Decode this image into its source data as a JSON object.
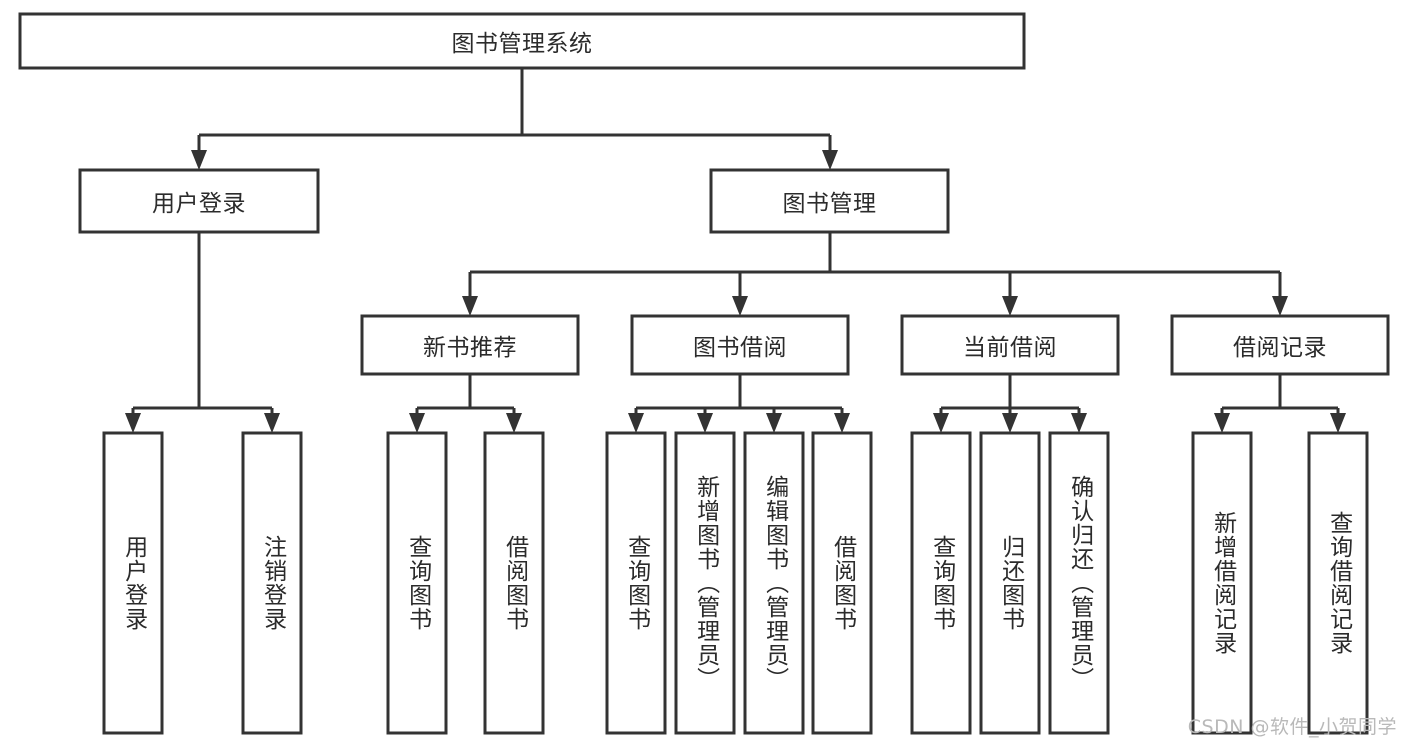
{
  "diagram": {
    "type": "tree",
    "title": "图书管理系统",
    "orientation": "top-down",
    "colors": {
      "box_fill": "#ffffff",
      "box_stroke": "#333333",
      "text": "#2b2b2b",
      "background": "#ffffff",
      "watermark": "#b9b9b9"
    },
    "levels": {
      "root": {
        "label": "图书管理系统"
      },
      "level2": [
        {
          "label": "用户登录"
        },
        {
          "label": "图书管理"
        }
      ],
      "level3": [
        {
          "label": "新书推荐"
        },
        {
          "label": "图书借阅"
        },
        {
          "label": "当前借阅"
        },
        {
          "label": "借阅记录"
        }
      ],
      "level4": [
        {
          "label": "用户登录",
          "parent": "用户登录"
        },
        {
          "label": "注销登录",
          "parent": "用户登录"
        },
        {
          "label": "查询图书",
          "parent": "新书推荐"
        },
        {
          "label": "借阅图书",
          "parent": "新书推荐"
        },
        {
          "label": "查询图书",
          "parent": "图书借阅"
        },
        {
          "label": "新增图书（管理员）",
          "parent": "图书借阅"
        },
        {
          "label": "编辑图书（管理员）",
          "parent": "图书借阅"
        },
        {
          "label": "借阅图书",
          "parent": "图书借阅"
        },
        {
          "label": "查询图书",
          "parent": "当前借阅"
        },
        {
          "label": "归还图书",
          "parent": "当前借阅"
        },
        {
          "label": "确认归还（管理员）",
          "parent": "当前借阅"
        },
        {
          "label": "新增借阅记录",
          "parent": "借阅记录"
        },
        {
          "label": "查询借阅记录",
          "parent": "借阅记录"
        }
      ]
    }
  },
  "watermark": {
    "text": "CSDN @软件_小贺同学"
  }
}
